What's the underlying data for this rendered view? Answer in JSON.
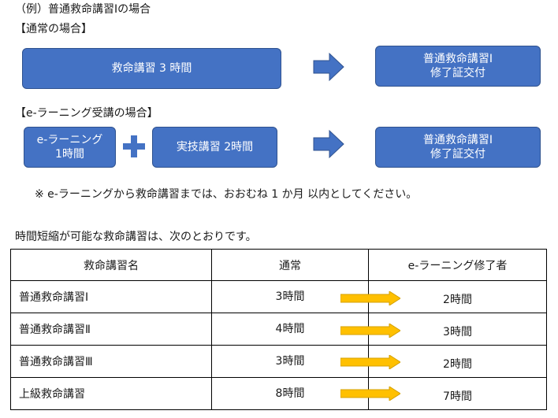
{
  "heading": "（例）普通救命講習Ⅰの場合",
  "normal": {
    "label": "【通常の場合】",
    "course_box": "救命講習 3 時間",
    "result_line1": "普通救命講習Ⅰ",
    "result_line2": "修了証交付"
  },
  "elearning": {
    "label": "【e-ラーニング受講の場合】",
    "box1_line1": "e-ラーニング",
    "box1_line2": "1時間",
    "box2": "実技講習 2時間",
    "result_line1": "普通救命講習Ⅰ",
    "result_line2": "修了証交付"
  },
  "note": "※ e-ラーニングから救命講習までは、おおむね 1 か月 以内としてください。",
  "table_intro": "時間短縮が可能な救命講習は、次のとおりです。",
  "table": {
    "headers": [
      "救命講習名",
      "通常",
      "e-ラーニング修了者"
    ],
    "rows": [
      {
        "name": "普通救命講習Ⅰ",
        "normal": "3時間",
        "elearning": "2時間"
      },
      {
        "name": "普通救命講習Ⅱ",
        "normal": "4時間",
        "elearning": "3時間"
      },
      {
        "name": "普通救命講習Ⅲ",
        "normal": "3時間",
        "elearning": "2時間"
      },
      {
        "name": "上級救命講習",
        "normal": "8時間",
        "elearning": "7時間"
      }
    ]
  },
  "colors": {
    "box": "#4472c4",
    "table_arrow": "#ffc000"
  }
}
